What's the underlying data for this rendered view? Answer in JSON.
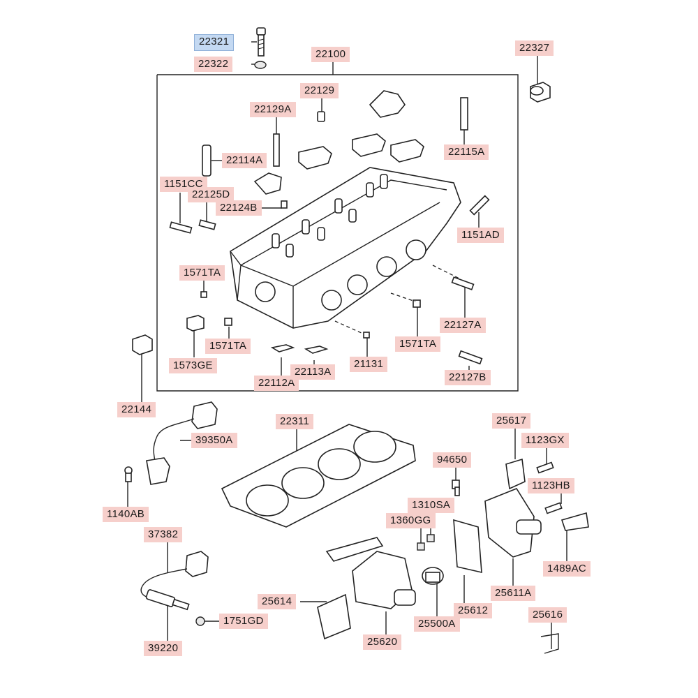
{
  "parts": {
    "p22321": "22321",
    "p22322": "22322",
    "p22100": "22100",
    "p22327": "22327",
    "p22129": "22129",
    "p22129A": "22129A",
    "p22115A": "22115A",
    "p22114A": "22114A",
    "p1151CC": "1151CC",
    "p22125D": "22125D",
    "p22124B": "22124B",
    "p1151AD": "1151AD",
    "p1571TA_a": "1571TA",
    "p22127A": "22127A",
    "p1571TA_b": "1571TA",
    "p1571TA_c": "1571TA",
    "p1573GE": "1573GE",
    "p22112A": "22112A",
    "p22113A": "22113A",
    "p21131": "21131",
    "p22127B": "22127B",
    "p22144": "22144",
    "p22311": "22311",
    "p39350A": "39350A",
    "p25617": "25617",
    "p1123GX": "1123GX",
    "p94650": "94650",
    "p1123HB": "1123HB",
    "p1140AB": "1140AB",
    "p1310SA": "1310SA",
    "p1360GG": "1360GG",
    "p1489AC": "1489AC",
    "p37382": "37382",
    "p25614": "25614",
    "p25611A": "25611A",
    "p25612": "25612",
    "p25500A": "25500A",
    "p1751GD": "1751GD",
    "p25616": "25616",
    "p39220": "39220",
    "p25620": "25620"
  },
  "highlight_color": "#c4d9f2",
  "label_color": "#f6cfcb"
}
